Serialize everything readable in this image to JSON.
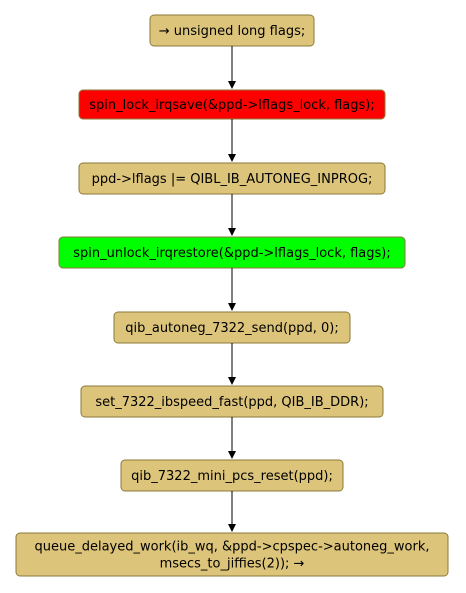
{
  "flow": {
    "colors": {
      "default_fill": "#dcc47a",
      "lock_fill": "#ff0000",
      "unlock_fill": "#00ff00",
      "edge": "#000000"
    },
    "nodes": [
      {
        "id": "n0",
        "lines": [
          "→ unsigned long flags;"
        ],
        "fill": "default"
      },
      {
        "id": "n1",
        "lines": [
          "spin_lock_irqsave(&ppd->lflags_lock, flags);"
        ],
        "fill": "lock"
      },
      {
        "id": "n2",
        "lines": [
          "ppd->lflags |= QIBL_IB_AUTONEG_INPROG;"
        ],
        "fill": "default"
      },
      {
        "id": "n3",
        "lines": [
          "spin_unlock_irqrestore(&ppd->lflags_lock, flags);"
        ],
        "fill": "unlock"
      },
      {
        "id": "n4",
        "lines": [
          "qib_autoneg_7322_send(ppd, 0);"
        ],
        "fill": "default"
      },
      {
        "id": "n5",
        "lines": [
          "set_7322_ibspeed_fast(ppd, QIB_IB_DDR);"
        ],
        "fill": "default"
      },
      {
        "id": "n6",
        "lines": [
          "qib_7322_mini_pcs_reset(ppd);"
        ],
        "fill": "default"
      },
      {
        "id": "n7",
        "lines": [
          "queue_delayed_work(ib_wq, &ppd->cpspec->autoneg_work,",
          "msecs_to_jiffies(2)); →"
        ],
        "fill": "default"
      }
    ]
  }
}
